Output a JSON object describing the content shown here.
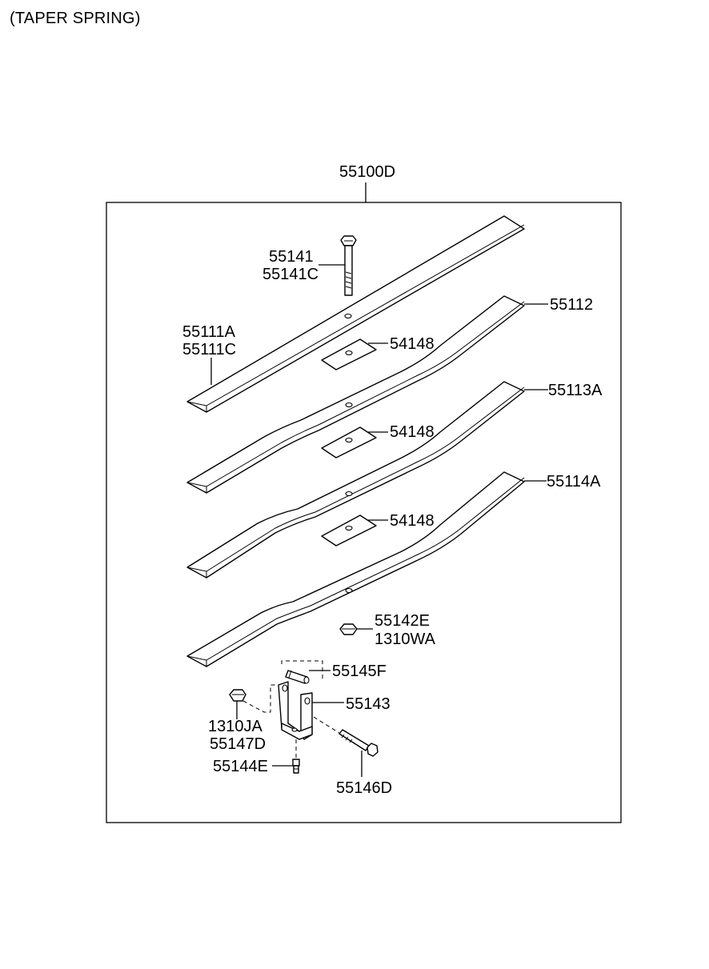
{
  "title": "(TAPER SPRING)",
  "callouts": {
    "assembly": "55100D",
    "bolt_a": "55141",
    "bolt_b": "55141C",
    "leaf1_a": "55111A",
    "leaf1_b": "55111C",
    "leaf2": "55112",
    "leaf3": "55113A",
    "leaf4": "55114A",
    "pad1": "54148",
    "pad2": "54148",
    "pad3": "54148",
    "nut_a": "55142E",
    "nut_b": "1310WA",
    "pin": "55145F",
    "shackle": "55143",
    "shackle_nut_a": "1310JA",
    "shackle_nut_b": "55147D",
    "grease_nipple": "55144E",
    "shackle_bolt": "55146D"
  }
}
